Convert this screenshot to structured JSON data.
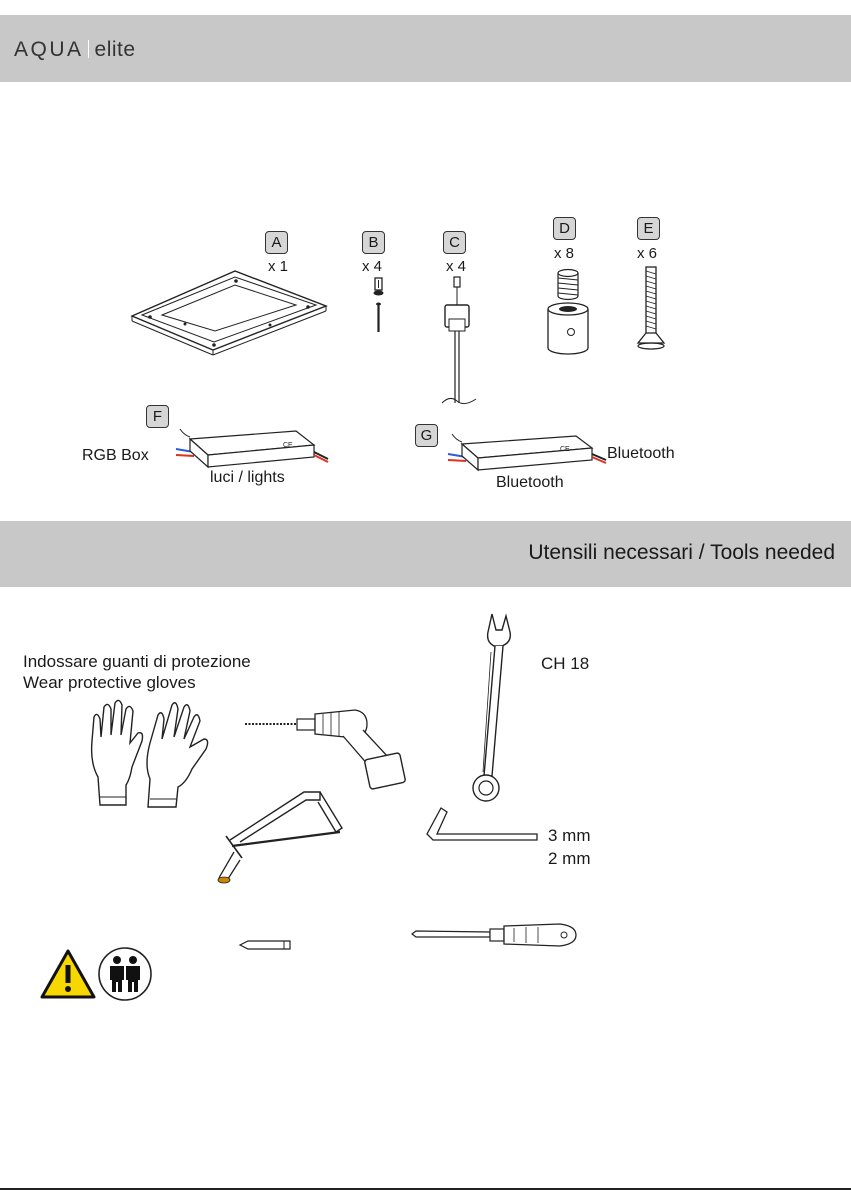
{
  "header": {
    "brand_part1": "AQUA",
    "brand_part2": "elite"
  },
  "components": [
    {
      "letter": "A",
      "qty": "x 1"
    },
    {
      "letter": "B",
      "qty": "x 4"
    },
    {
      "letter": "C",
      "qty": "x 4"
    },
    {
      "letter": "D",
      "qty": "x 8"
    },
    {
      "letter": "E",
      "qty": "x 6"
    },
    {
      "letter": "F",
      "label_left": "RGB Box",
      "label_bottom": "luci / lights"
    },
    {
      "letter": "G",
      "label_right": "Bluetooth",
      "label_bottom": "Bluetooth"
    }
  ],
  "tools_section": {
    "title": "Utensili necessari / Tools needed",
    "gloves_it": "Indossare guanti di protezione",
    "gloves_en": "Wear protective gloves",
    "wrench_label": "CH  18",
    "hex_key_sizes": [
      "3 mm",
      "2 mm"
    ]
  },
  "icons": [
    "warning-triangle-icon",
    "two-persons-icon"
  ],
  "colors": {
    "band": "#c8c8c8",
    "warning_yellow": "#f6d800"
  }
}
